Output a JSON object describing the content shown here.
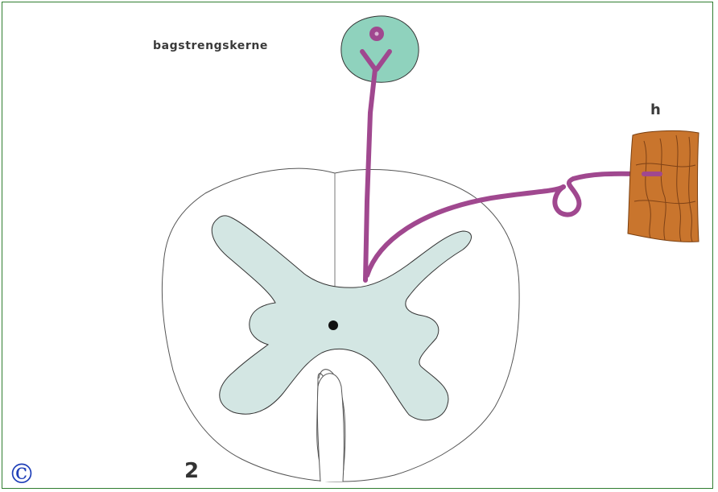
{
  "labels": {
    "nucleus": "bagstrengskerne",
    "skin": "h",
    "figure_number": "2",
    "copyright": "©"
  },
  "colors": {
    "frame": "#2f7d2f",
    "neuron": "#a0488f",
    "gray_matter": "#d3e6e3",
    "nucleus_fill": "#8fd2bd",
    "skin_fill": "#c9752d",
    "copyright": "#1f3fb8"
  }
}
